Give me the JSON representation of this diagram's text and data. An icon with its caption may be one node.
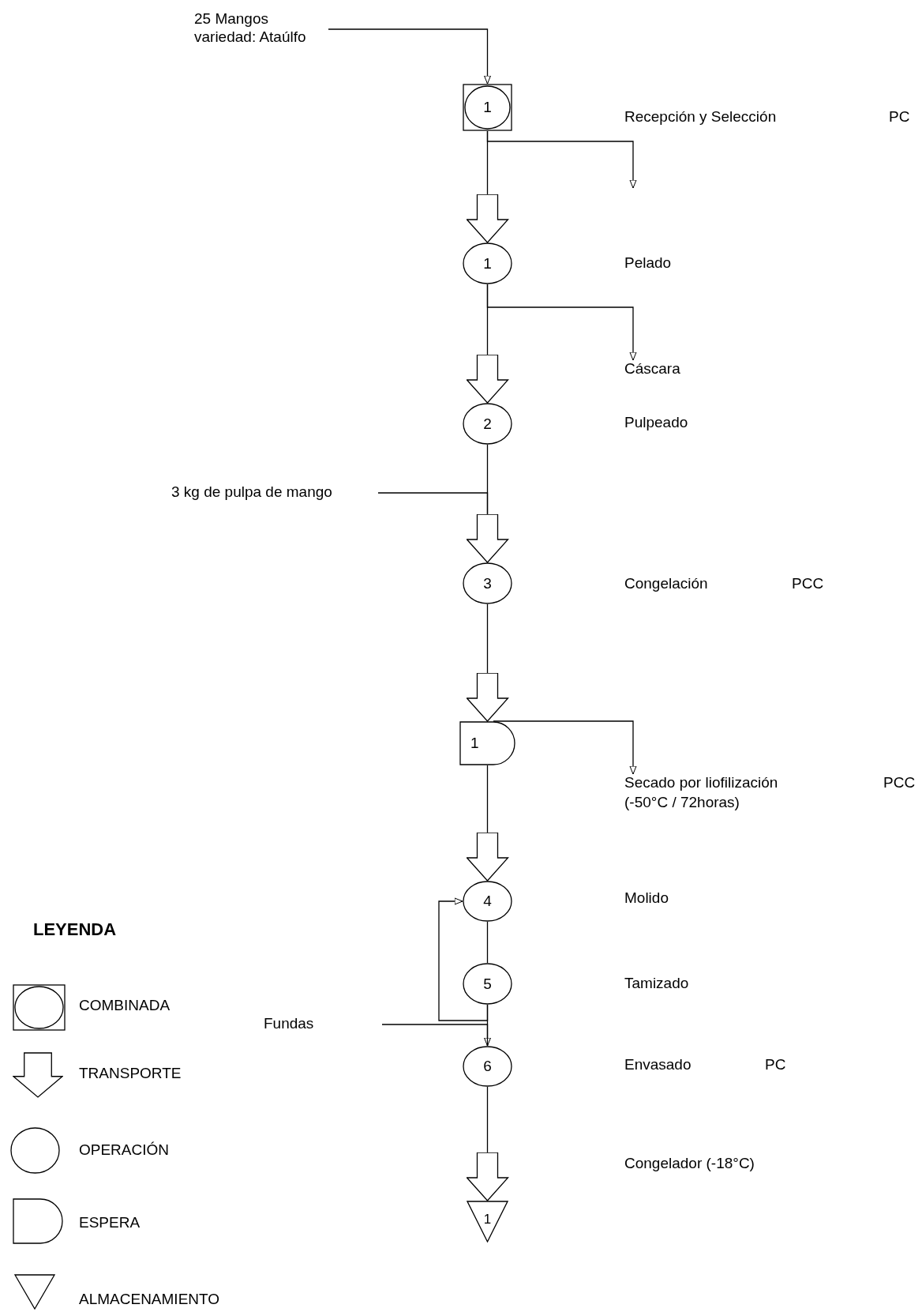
{
  "diagram": {
    "nodes": [
      {
        "text": [
          "25 Mangos variedad: Ataúlfo"
        ]
      },
      {
        "text": [
          "1"
        ]
      },
      {
        "text": [
          "1"
        ]
      },
      {
        "text": [
          "Cáscara"
        ]
      },
      {
        "text": [
          "2"
        ]
      },
      {
        "text": [
          "3 kg de pulpa de mango"
        ]
      },
      {
        "text": [
          "3"
        ]
      },
      {
        "text": [
          "1"
        ]
      },
      {
        "text": [
          "Secado por liofilización"
        ]
      },
      {
        "text": [
          "4"
        ]
      },
      {
        "text": [
          "5"
        ]
      },
      {
        "text": [
          "Fundas"
        ]
      },
      {
        "text": [
          "6"
        ]
      },
      {
        "text": [
          "1"
        ]
      }
    ],
    "edges": [
      {
        "from": 0,
        "to": 1,
        "arrow": "to"
      },
      {
        "from": 1,
        "to": 2,
        "arrow": "to"
      },
      {
        "from": 1,
        "to": null,
        "arrow": "to"
      },
      {
        "from": 2,
        "to": 3,
        "arrow": "to"
      },
      {
        "from": 2,
        "to": 4,
        "arrow": "to"
      },
      {
        "from": 5,
        "to": 6,
        "arrow": "to"
      },
      {
        "from": 4,
        "to": 6,
        "arrow": "to"
      },
      {
        "from": 6,
        "to": 7,
        "arrow": "to"
      },
      {
        "from": 7,
        "to": 8,
        "arrow": "to"
      },
      {
        "from": 7,
        "to": 9,
        "arrow": "to"
      },
      {
        "from": 9,
        "to": 10,
        "arrow": "none"
      },
      {
        "from": 10,
        "to": 9,
        "arrow": "to"
      },
      {
        "from": 11,
        "to": 12,
        "arrow": "to"
      },
      {
        "from": 10,
        "to": 12,
        "arrow": "none"
      },
      {
        "from": 12,
        "to": 13,
        "arrow": "to"
      }
    ],
    "labels": [
      "Recepción y Selección",
      "PC",
      "Pelado",
      "Pulpeado",
      "Congelación",
      "PCC",
      "PCC",
      "(-50°C / 72horas)",
      "Molido",
      "LEYENDA",
      "Tamizado",
      "Envasado",
      "PC",
      "Congelador (-18°C)"
    ],
    "legend": [
      {
        "text": "COMBINADA"
      },
      {
        "text": "TRANSPORTE"
      },
      {
        "text": "OPERACIÓN"
      },
      {
        "text": "ESPERA"
      },
      {
        "text": "ALMACENAMIENTO"
      }
    ]
  }
}
